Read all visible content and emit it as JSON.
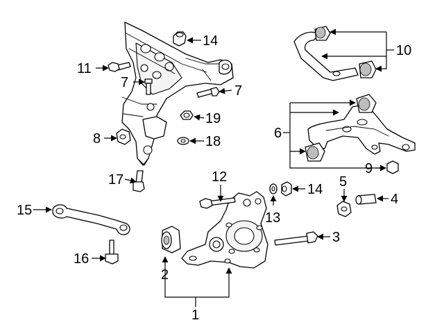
{
  "callouts": [
    {
      "id": "1",
      "label": "1"
    },
    {
      "id": "2",
      "label": "2"
    },
    {
      "id": "3",
      "label": "3"
    },
    {
      "id": "4",
      "label": "4"
    },
    {
      "id": "5",
      "label": "5"
    },
    {
      "id": "6",
      "label": "6"
    },
    {
      "id": "7a",
      "label": "7"
    },
    {
      "id": "7b",
      "label": "7"
    },
    {
      "id": "8",
      "label": "8"
    },
    {
      "id": "9",
      "label": "9"
    },
    {
      "id": "10",
      "label": "10"
    },
    {
      "id": "11",
      "label": "11"
    },
    {
      "id": "12",
      "label": "12"
    },
    {
      "id": "13",
      "label": "13"
    },
    {
      "id": "14a",
      "label": "14"
    },
    {
      "id": "14b",
      "label": "14"
    },
    {
      "id": "15",
      "label": "15"
    },
    {
      "id": "16",
      "label": "16"
    },
    {
      "id": "17",
      "label": "17"
    },
    {
      "id": "18",
      "label": "18"
    },
    {
      "id": "19",
      "label": "19"
    }
  ]
}
